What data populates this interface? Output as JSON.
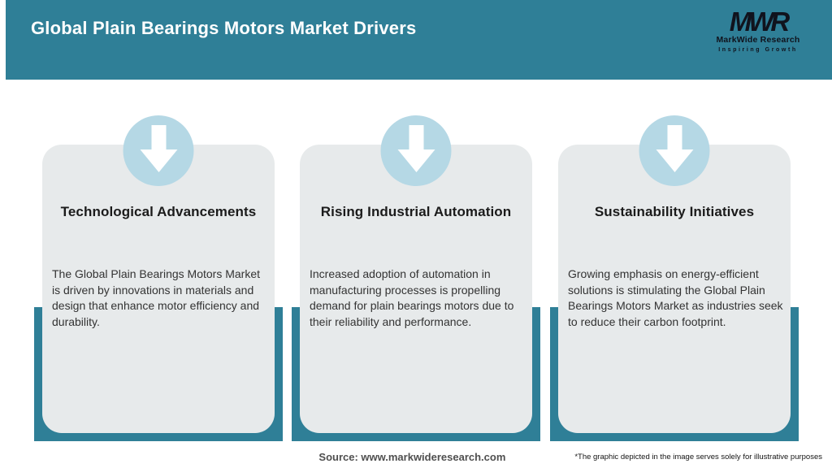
{
  "header": {
    "title": "Global Plain Bearings Motors Market Drivers",
    "logo": {
      "monogram": "MWR",
      "name": "MarkWide Research",
      "tagline": "Inspiring Growth"
    }
  },
  "cards": [
    {
      "icon": "down-arrow-icon",
      "title": "Technological Advancements",
      "body": "The Global Plain Bearings Motors Market is driven by innovations in materials and design that enhance motor efficiency and durability."
    },
    {
      "icon": "down-arrow-icon",
      "title": "Rising Industrial Automation",
      "body": "Increased adoption of automation in manufacturing processes is propelling demand for plain bearings motors due to their reliability and performance."
    },
    {
      "icon": "down-arrow-icon",
      "title": "Sustainability Initiatives",
      "body": "Growing emphasis on energy-efficient solutions is stimulating the Global Plain Bearings Motors Market as industries seek to reduce their carbon footprint."
    }
  ],
  "footer": {
    "source": "Source: www.markwideresearch.com",
    "disclaimer": "*The graphic depicted in the image serves solely for illustrative purposes"
  },
  "colors": {
    "teal": "#2f7f97",
    "card_bg": "#e7eaeb",
    "circle_blue": "#b5d8e5",
    "header_title_text": "#ffffff",
    "card_title_text": "#1b1b1b",
    "body_text": "#333333",
    "source_text": "#4f4f4f",
    "logo_text": "#10131d"
  }
}
